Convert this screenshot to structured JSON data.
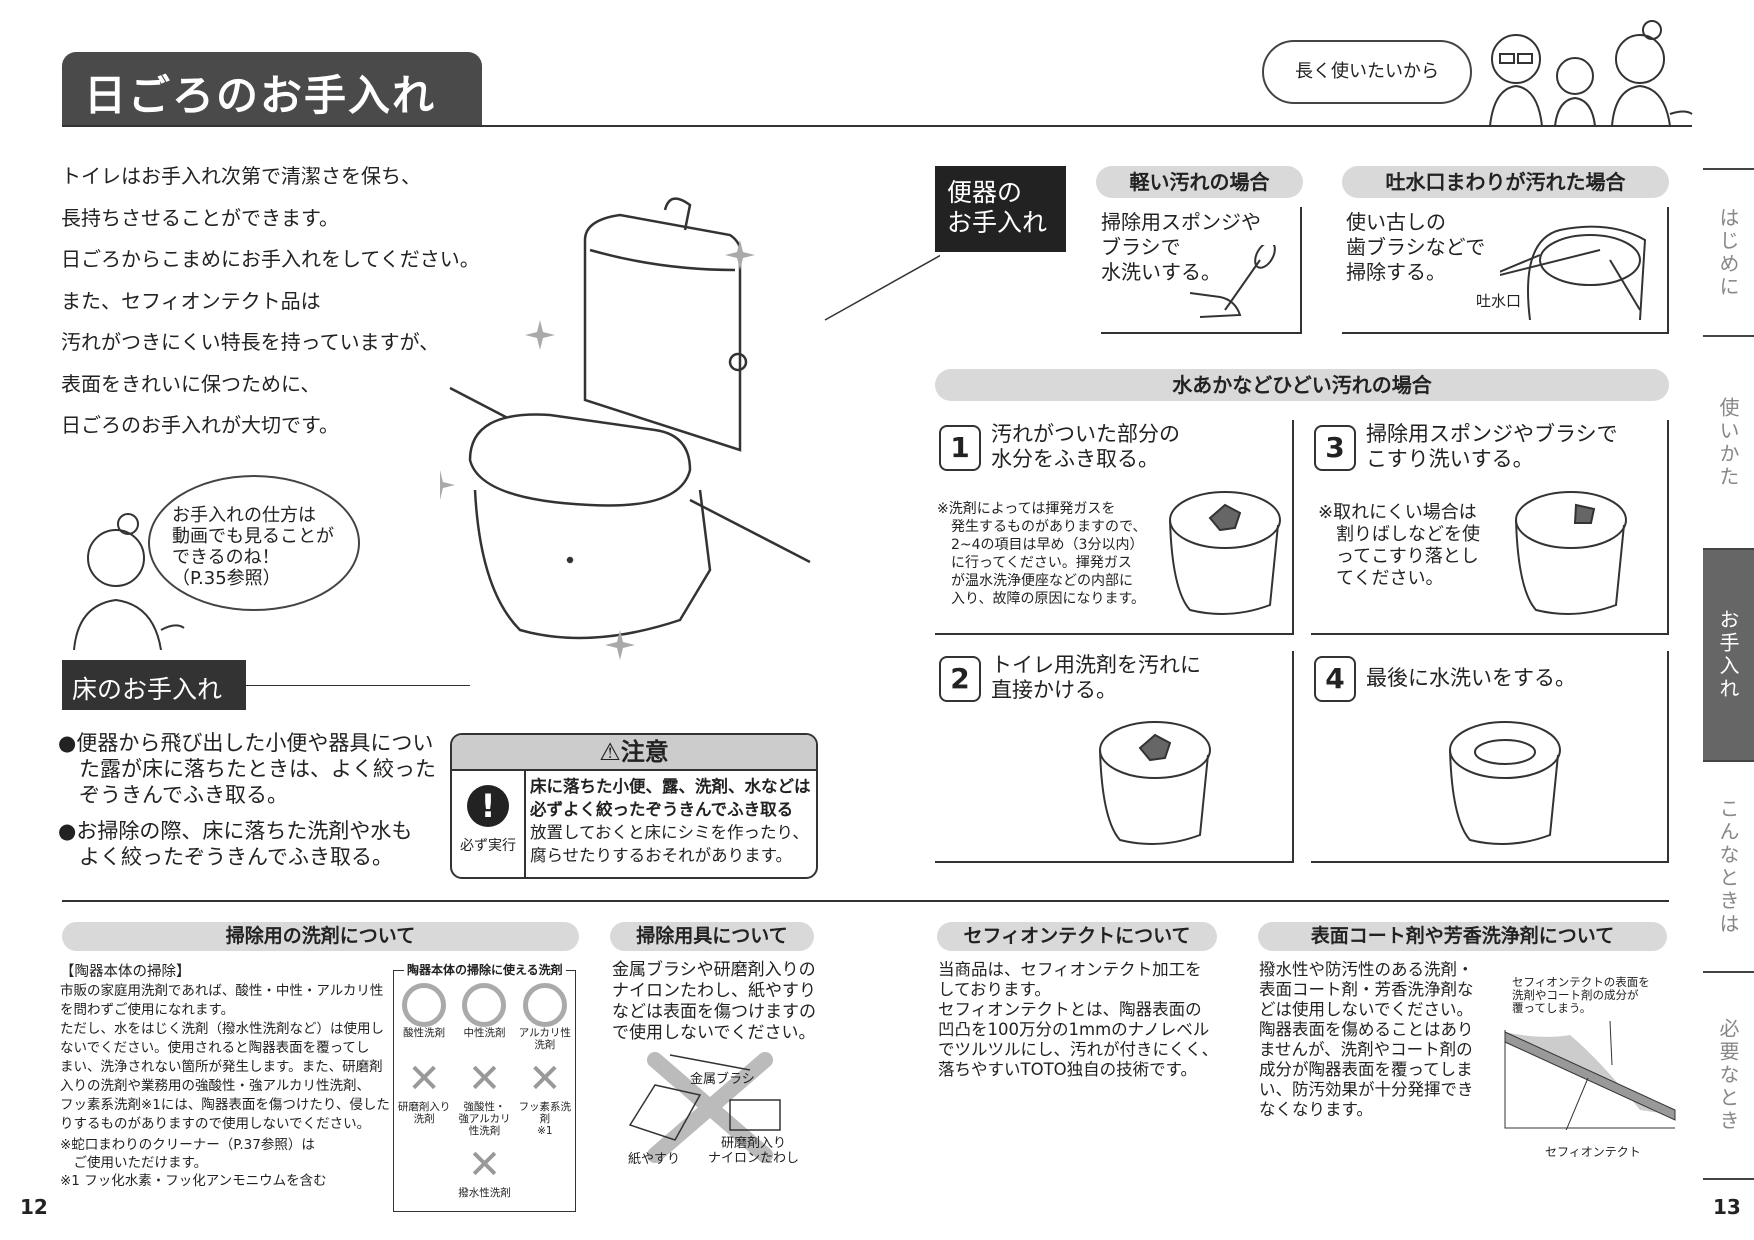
{
  "header": {
    "title": "日ごろのお手入れ",
    "speech": "長く使いたいから"
  },
  "intro": [
    "トイレはお手入れ次第で清潔さを保ち、",
    "長持ちさせることができます。",
    "日ごろからこまめにお手入れをしてください。",
    "また、セフィオンテクト品は",
    "汚れがつきにくい特長を持っていますが、",
    "表面をきれいに保つために、",
    "日ごろのお手入れが大切です。"
  ],
  "bubble": "お手入れの仕方は\n動画でも見ることが\nできるのね！\n（P.35参照）",
  "floor": {
    "title": "床のお手入れ",
    "bullets": [
      "●便器から飛び出した小便や器具につい\n　た露が床に落ちたときは、よく絞った\n　ぞうきんでふき取る。",
      "●お掃除の際、床に落ちた洗剤や水も\n　よく絞ったぞうきんでふき取る。"
    ]
  },
  "caution": {
    "title": "⚠注意",
    "icon_label": "必ず実行",
    "bold": "床に落ちた小便、露、洗剤、水などは\n必ずよく絞ったぞうきんでふき取る",
    "text": "放置しておくと床にシミを作ったり、\n腐らせたりするおそれがあります。"
  },
  "toilet_care": {
    "label": "便器の\nお手入れ",
    "light": {
      "title": "軽い汚れの場合",
      "text": "掃除用スポンジや\nブラシで\n水洗いする。"
    },
    "spout": {
      "title": "吐水口まわりが汚れた場合",
      "text": "使い古しの\n歯ブラシなどで\n掃除する。",
      "callout": "吐水口"
    },
    "heavy": {
      "title": "水あかなどひどい汚れの場合",
      "steps": [
        {
          "num": "1",
          "text": "汚れがついた部分の\n水分をふき取る。",
          "note": "※洗剤によっては揮発ガスを\n　発生するものがありますので、\n　2~4の項目は早め（3分以内）\n　に行ってください。揮発ガス\n　が温水洗浄便座などの内部に\n　入り、故障の原因になります。"
        },
        {
          "num": "2",
          "text": "トイレ用洗剤を汚れに\n直接かける。"
        },
        {
          "num": "3",
          "text": "掃除用スポンジやブラシで\nこすり洗いする。",
          "note": "※取れにくい場合は\n　割りばしなどを使\n　ってこすり落とし\n　てください。"
        },
        {
          "num": "4",
          "text": "最後に水洗いをする。"
        }
      ]
    }
  },
  "detergent": {
    "title": "掃除用の洗剤について",
    "subtitle": "【陶器本体の掃除】",
    "text": "市販の家庭用洗剤であれば、酸性・中性・アルカリ性\nを問わずご使用になれます。\nただし、水をはじく洗剤（撥水性洗剤など）は使用し\nないでください。使用されると陶器表面を覆ってし\nまい、洗浄されない箇所が発生します。また、研磨剤\n入りの洗剤や業務用の強酸性・強アルカリ性洗剤、\nフッ素系洗剤※1には、陶器表面を傷つけたり、侵した\nりするものがありますので使用しないでください。",
    "notes": [
      "※蛇口まわりのクリーナー（P.37参照）は\n　ご使用いただけます。",
      "※1 フッ化水素・フッ化アンモニウムを含む"
    ],
    "box_title": "陶器本体の掃除に使える洗剤",
    "ok": [
      "酸性洗剤",
      "中性洗剤",
      "アルカリ性洗剤"
    ],
    "ng": [
      "研磨剤入り\n洗剤",
      "強酸性・\n強アルカリ性洗剤",
      "フッ素系洗剤\n※1",
      "撥水性洗剤"
    ]
  },
  "tools": {
    "title": "掃除用具について",
    "text": "金属ブラシや研磨剤入りの\nナイロンたわし、紙やすり\nなどは表面を傷つけますの\nで使用しないでください。",
    "labels": [
      "金属ブラシ",
      "紙やすり",
      "研磨剤入り\nナイロンたわし"
    ]
  },
  "ceflon": {
    "title": "セフィオンテクトについて",
    "text": "当商品は、セフィオンテクト加工を\nしております。\nセフィオンテクトとは、陶器表面の\n凹凸を100万分の1mmのナノレベル\nでツルツルにし、汚れが付きにくく、\n落ちやすいTOTO独自の技術です。"
  },
  "coating": {
    "title": "表面コート剤や芳香洗浄剤について",
    "text": "撥水性や防汚性のある洗剤・\n表面コート剤・芳香洗浄剤な\nどは使用しないでください。\n陶器表面を傷めることはあり\nませんが、洗剤やコート剤の\n成分が陶器表面を覆ってしま\nい、防汚効果が十分発揮でき\nなくなります。",
    "diagram_top": "セフィオンテクトの表面を\n洗剤やコート剤の成分が\n覆ってしまう。",
    "diagram_bottom": "セフィオンテクト"
  },
  "side_tabs": [
    {
      "label": "はじめに"
    },
    {
      "label": "使いかた"
    },
    {
      "label": "お手入れ",
      "active": true
    },
    {
      "label": "こんなときは"
    },
    {
      "label": "必要なとき"
    }
  ],
  "pages": {
    "left": "12",
    "right": "13"
  }
}
